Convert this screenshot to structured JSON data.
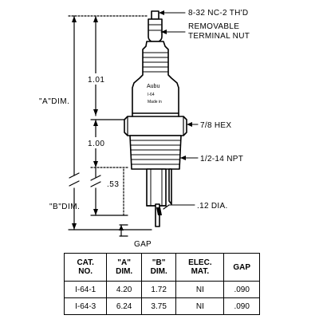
{
  "callouts": {
    "thread": "8-32 NC-2 TH'D",
    "nut_line1": "REMOVABLE",
    "nut_line2": "TERMINAL NUT",
    "hex": "7/8 HEX",
    "npt": "1/2-14 NPT",
    "dia": ".12 DIA.",
    "gap": "GAP"
  },
  "dimensions": {
    "a_dim": "\"A\"DIM.",
    "b_dim": "\"B\"DIM.",
    "upper": "1.01",
    "middle": "1.00",
    "lower": ".53"
  },
  "marking": {
    "brand": "Aubu",
    "model": "I-64",
    "origin": "Made in"
  },
  "table": {
    "headers": [
      "CAT.\nNO.",
      "\"A\"\nDIM.",
      "\"B\"\nDIM.",
      "ELEC.\nMAT.",
      "GAP"
    ],
    "rows": [
      [
        "I-64-1",
        "4.20",
        "1.72",
        "NI",
        ".090"
      ],
      [
        "I-64-3",
        "6.24",
        "3.75",
        "NI",
        ".090"
      ]
    ]
  }
}
